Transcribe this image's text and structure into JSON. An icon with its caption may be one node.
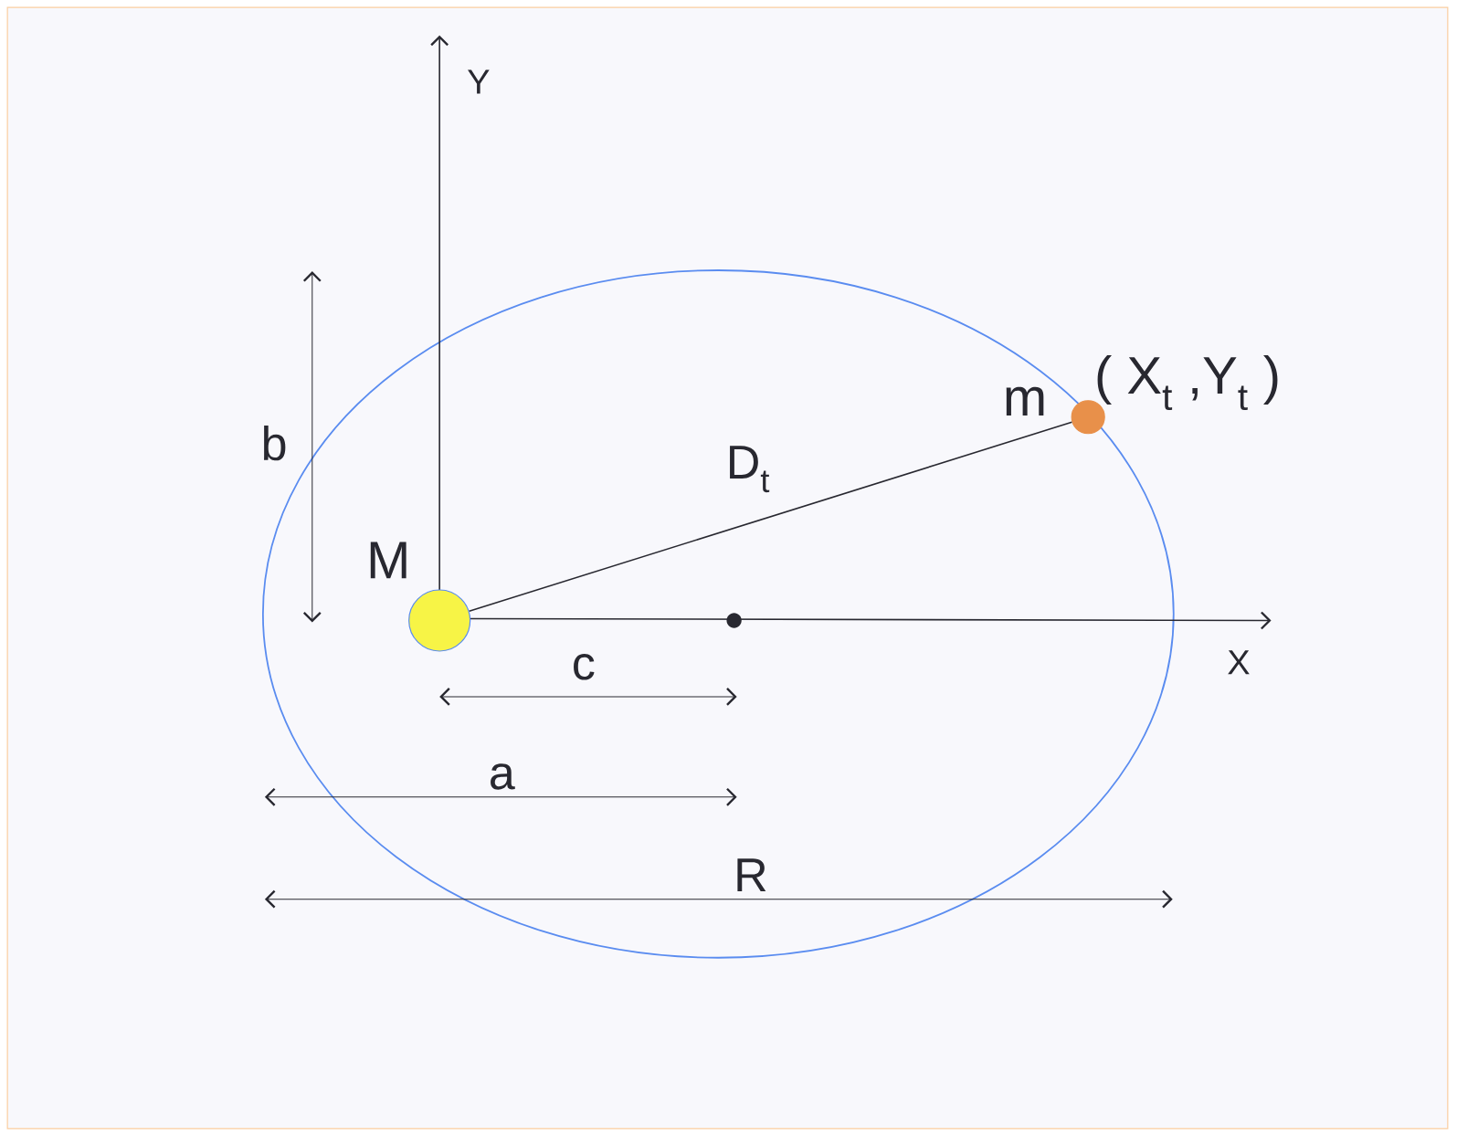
{
  "diagram": {
    "nodes": [
      {
        "text": [],
        "shape": "circle",
        "beside": [
          "M"
        ]
      },
      {
        "text": [],
        "shape": "circle",
        "beside": [
          "m",
          "( X$_{t}$ ,Y$_{t}$ )"
        ]
      }
    ],
    "edges": [
      {
        "from": 0,
        "to": 1,
        "arrow": "none",
        "label": "D$_{t}$"
      }
    ],
    "labels": [
      "Y",
      "b",
      "X",
      "c",
      "a",
      "R"
    ]
  }
}
